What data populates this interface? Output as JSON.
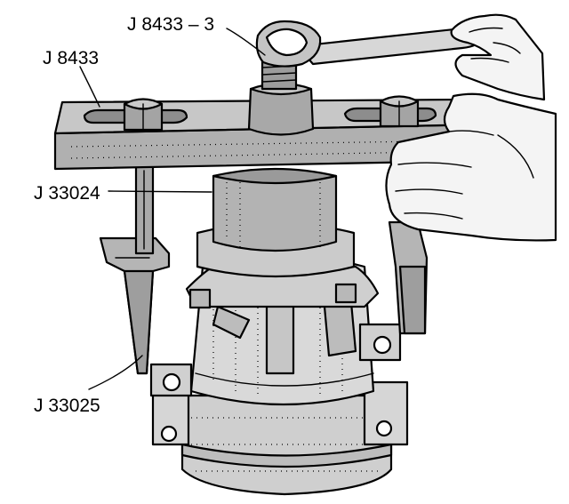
{
  "diagram": {
    "labels": {
      "j8433_3": "J 8433 – 3",
      "j8433": "J 8433",
      "j33024": "J 33024",
      "j33025": "J 33025"
    },
    "colors": {
      "background": "#ffffff",
      "ink": "#000000",
      "steel": "#b9b9b9",
      "steel_dark": "#8a8a8a",
      "body": "#d3d3d3",
      "skin": "#f4f4f4"
    }
  }
}
